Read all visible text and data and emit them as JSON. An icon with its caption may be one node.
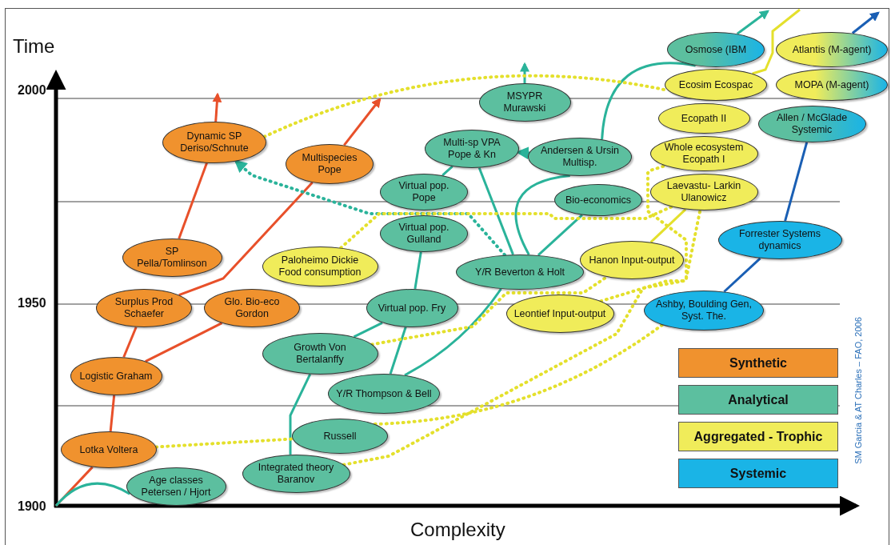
{
  "diagram": {
    "nodes": [
      {
        "text": [
          "Osmose (IBM"
        ]
      },
      {
        "text": [
          "Atlantis (M-agent)"
        ]
      },
      {
        "text": [
          "Ecosim Ecospac"
        ]
      },
      {
        "text": [
          "MOPA (M-agent)"
        ]
      },
      {
        "text": [
          "MSYPR Murawski"
        ]
      },
      {
        "text": [
          "Ecopath II"
        ]
      },
      {
        "text": [
          "Allen / McGlade Systemic"
        ]
      },
      {
        "text": [
          "Dynamic SP Deriso/Schnute"
        ]
      },
      {
        "text": [
          "Multi-sp VPA Pope & Kn"
        ]
      },
      {
        "text": [
          "Andersen & Ursin Multisp."
        ]
      },
      {
        "text": [
          "Multispecies Pope"
        ]
      },
      {
        "text": [
          "Whole ecosystem Ecopath I"
        ]
      },
      {
        "text": [
          "Laevastu- Larkin Ulanowicz"
        ]
      },
      {
        "text": [
          "Bio-economics"
        ]
      },
      {
        "text": [
          "Virtual pop. Pope"
        ]
      },
      {
        "text": [
          "Virtual pop. Gulland"
        ]
      },
      {
        "text": [
          "Forrester Systems dynamics"
        ]
      },
      {
        "text": [
          "SP Pella/Tomlinson"
        ]
      },
      {
        "text": [
          "Paloheimo Dickie Food consumption"
        ]
      },
      {
        "text": [
          "Hanon Input-output"
        ]
      },
      {
        "text": [
          "Y/R Beverton & Holt"
        ]
      },
      {
        "text": [
          "Surplus Prod Schaefer"
        ]
      },
      {
        "text": [
          "Glo. Bio-eco Gordon"
        ]
      },
      {
        "text": [
          "Virtual pop. Fry"
        ]
      },
      {
        "text": [
          "Leontief Input-output"
        ]
      },
      {
        "text": [
          "Ashby, Boulding Gen, Syst. The."
        ]
      },
      {
        "text": [
          "Logistic Graham"
        ]
      },
      {
        "text": [
          "Growth Von Bertalanffy"
        ]
      },
      {
        "text": [
          "Y/R Thompson & Bell"
        ]
      },
      {
        "text": [
          "Russell"
        ]
      },
      {
        "text": [
          "Lotka Voltera"
        ]
      },
      {
        "text": [
          "Integrated theory Baranov"
        ]
      },
      {
        "text": [
          "Age classes Petersen / Hjort"
        ]
      }
    ],
    "edges": [
      {
        "from": null,
        "to": 30,
        "arrow": "none",
        "color": "#e8502a"
      },
      {
        "from": 30,
        "to": 26,
        "arrow": "none",
        "color": "#e8502a"
      },
      {
        "from": 26,
        "to": 21,
        "arrow": "none",
        "color": "#e8502a"
      },
      {
        "from": 26,
        "to": 22,
        "arrow": "none",
        "color": "#e8502a"
      },
      {
        "from": 17,
        "to": 7,
        "arrow": "none",
        "color": "#e8502a"
      },
      {
        "from": 7,
        "to": null,
        "arrow": "to",
        "color": "#e8502a"
      },
      {
        "from": 21,
        "to": 10,
        "arrow": "none",
        "color": "#e8502a"
      },
      {
        "from": 10,
        "to": null,
        "arrow": "to",
        "color": "#e8502a"
      },
      {
        "from": null,
        "to": 32,
        "arrow": "none"
      },
      {
        "from": 31,
        "to": 27,
        "arrow": "none"
      },
      {
        "from": 28,
        "to": 23,
        "arrow": "none"
      },
      {
        "from": 28,
        "to": 20,
        "arrow": "none"
      },
      {
        "from": 27,
        "to": 23,
        "arrow": "none"
      },
      {
        "from": 23,
        "to": 15,
        "arrow": "none"
      },
      {
        "from": 14,
        "to": 8,
        "arrow": "none"
      },
      {
        "from": 20,
        "to": 8,
        "arrow": "none"
      },
      {
        "from": 20,
        "to": 9,
        "arrow": "none"
      },
      {
        "from": 20,
        "to": 13,
        "arrow": "none"
      },
      {
        "from": 9,
        "to": 0,
        "arrow": "none"
      },
      {
        "from": 4,
        "to": null,
        "arrow": "to"
      },
      {
        "from": 0,
        "to": null,
        "arrow": "to"
      },
      {
        "from": 20,
        "to": 7,
        "arrow": "to",
        "style": "dashed"
      },
      {
        "from": 9,
        "to": 8,
        "arrow": "to",
        "style": "dashed"
      },
      {
        "from": 30,
        "to": 29,
        "arrow": "none",
        "style": "dashed",
        "color": "#e4e02c"
      },
      {
        "from": 29,
        "to": 25,
        "arrow": "none",
        "style": "dashed",
        "color": "#e4e02c"
      },
      {
        "from": 31,
        "to": 11,
        "arrow": "none",
        "style": "dashed",
        "color": "#e4e02c"
      },
      {
        "from": 27,
        "to": 19,
        "arrow": "none",
        "style": "dashed",
        "color": "#e4e02c"
      },
      {
        "from": 18,
        "to": 12,
        "arrow": "none",
        "style": "dashed",
        "color": "#e4e02c"
      },
      {
        "from": 24,
        "to": 12,
        "arrow": "none",
        "style": "dashed",
        "color": "#e4e02c"
      },
      {
        "from": 7,
        "to": 2,
        "arrow": "none",
        "style": "dashed",
        "color": "#e4e02c"
      },
      {
        "from": 19,
        "to": 12,
        "arrow": "none",
        "color": "#e4e02c"
      },
      {
        "from": 2,
        "to": null,
        "arrow": "none",
        "color": "#e4e02c"
      },
      {
        "from": 25,
        "to": 16,
        "arrow": "none",
        "color": "#1a5fb4"
      },
      {
        "from": 16,
        "to": 6,
        "arrow": "none",
        "color": "#1a5fb4"
      },
      {
        "from": 1,
        "to": null,
        "arrow": "to",
        "color": "#1a5fb4"
      }
    ],
    "labels": [
      "Time",
      "2000",
      "1950",
      "1900",
      "Complexity",
      "SM Garcia & AT Charles – FAO, 2006"
    ],
    "legend": [
      {
        "text": "Synthetic",
        "color": "#f0922e"
      },
      {
        "text": "Analytical",
        "color": "#5cbf9f"
      },
      {
        "text": "Aggregated - Trophic",
        "color": "#f0ec5a"
      },
      {
        "text": "Systemic",
        "color": "#1ab4e6"
      }
    ]
  }
}
